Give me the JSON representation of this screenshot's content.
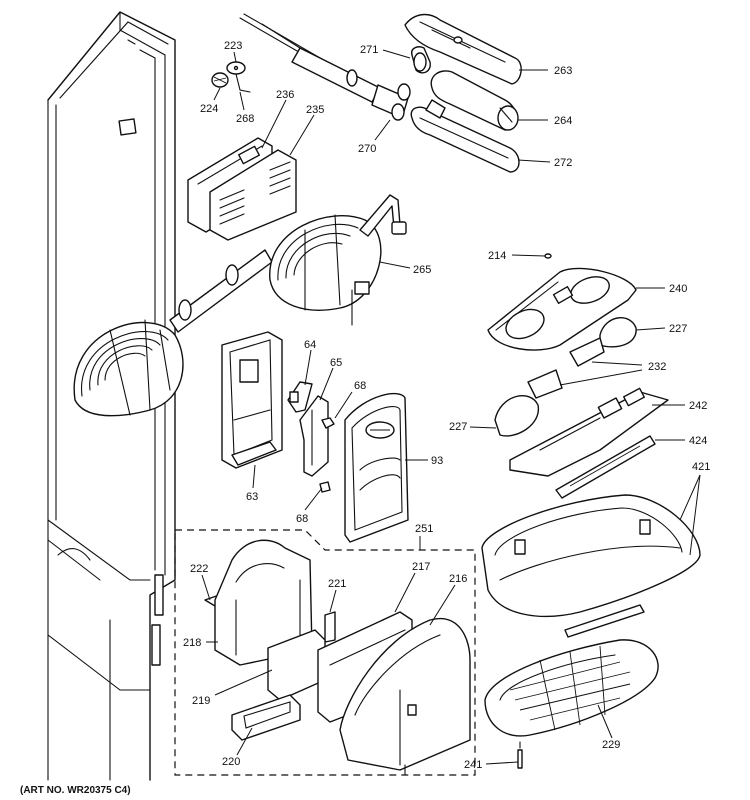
{
  "diagram": {
    "art_number": "(ART NO. WR20375 C4)",
    "labels": [
      {
        "id": "223",
        "text": "223"
      },
      {
        "id": "224",
        "text": "224"
      },
      {
        "id": "268",
        "text": "268"
      },
      {
        "id": "236",
        "text": "236"
      },
      {
        "id": "235",
        "text": "235"
      },
      {
        "id": "271",
        "text": "271"
      },
      {
        "id": "263",
        "text": "263"
      },
      {
        "id": "264",
        "text": "264"
      },
      {
        "id": "270",
        "text": "270"
      },
      {
        "id": "272",
        "text": "272"
      },
      {
        "id": "214",
        "text": "214"
      },
      {
        "id": "265",
        "text": "265"
      },
      {
        "id": "240",
        "text": "240"
      },
      {
        "id": "227a",
        "text": "227"
      },
      {
        "id": "232",
        "text": "232"
      },
      {
        "id": "64",
        "text": "64"
      },
      {
        "id": "65",
        "text": "65"
      },
      {
        "id": "68a",
        "text": "68"
      },
      {
        "id": "242",
        "text": "242"
      },
      {
        "id": "227b",
        "text": "227"
      },
      {
        "id": "424",
        "text": "424"
      },
      {
        "id": "93",
        "text": "93"
      },
      {
        "id": "63",
        "text": "63"
      },
      {
        "id": "421",
        "text": "421"
      },
      {
        "id": "68b",
        "text": "68"
      },
      {
        "id": "251",
        "text": "251"
      },
      {
        "id": "222",
        "text": "222"
      },
      {
        "id": "217",
        "text": "217"
      },
      {
        "id": "216",
        "text": "216"
      },
      {
        "id": "221",
        "text": "221"
      },
      {
        "id": "218",
        "text": "218"
      },
      {
        "id": "219",
        "text": "219"
      },
      {
        "id": "229",
        "text": "229"
      },
      {
        "id": "220",
        "text": "220"
      },
      {
        "id": "241",
        "text": "241"
      }
    ]
  }
}
